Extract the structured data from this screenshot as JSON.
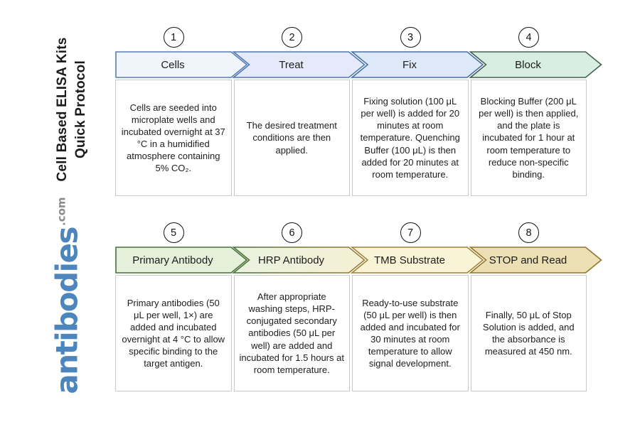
{
  "title": {
    "line1": "Cell Based ELISA Kits",
    "line2": "Quick Protocol"
  },
  "logo": {
    "brand": "antibodies",
    "suffix": ".com",
    "brand_color": "#4d86bd",
    "suffix_color": "#8b8b8b"
  },
  "steps": [
    {
      "number": "1",
      "label": "Cells",
      "description": "Cells are seeded into microplate wells and incubated overnight at 37 °C in a humidified atmosphere containing 5% CO₂.",
      "fill": "#f0f5fb",
      "border": "#537fb3"
    },
    {
      "number": "2",
      "label": "Treat",
      "description": "The desired treatment conditions are then applied.",
      "fill": "#e5eafa",
      "border": "#4d77ad"
    },
    {
      "number": "3",
      "label": "Fix",
      "description": "Fixing solution (100 μL per well) is added for 20 minutes at room temperature. Quenching Buffer (100 μL) is then added for 20 minutes at room temperature.",
      "fill": "#dde9f8",
      "border": "#46709f"
    },
    {
      "number": "4",
      "label": "Block",
      "description": "Blocking Buffer (200 μL per well) is then applied, and the plate is incubated for 1 hour at room temperature to reduce non-specific binding.",
      "fill": "#d8eee2",
      "border": "#42604f"
    },
    {
      "number": "5",
      "label": "Primary Antibody",
      "description": "Primary antibodies (50 μL per well, 1×) are added and incubated overnight at 4 °C to allow specific binding to the target antigen.",
      "fill": "#e4f0da",
      "border": "#467038"
    },
    {
      "number": "6",
      "label": "HRP Antibody",
      "description": "After appropriate washing steps, HRP-conjugated secondary antibodies (50 μL per well) are added and incubated for 1.5 hours at room temperature.",
      "fill_from": "#eaf3e0",
      "fill_to": "#f5f0d4",
      "border_from": "#467038",
      "border_to": "#9b7d33"
    },
    {
      "number": "7",
      "label": "TMB Substrate",
      "description": "Ready-to-use substrate (50 μL per well) is then added and incubated for 30 minutes at room temperature to allow signal development.",
      "fill": "#faf4d6",
      "border": "#a08436"
    },
    {
      "number": "8",
      "label": "STOP and Read",
      "description": "Finally, 50 μL of Stop Solution is added, and the absorbance is measured at 450 nm.",
      "fill": "#ecdfb4",
      "border": "#93762a"
    }
  ]
}
